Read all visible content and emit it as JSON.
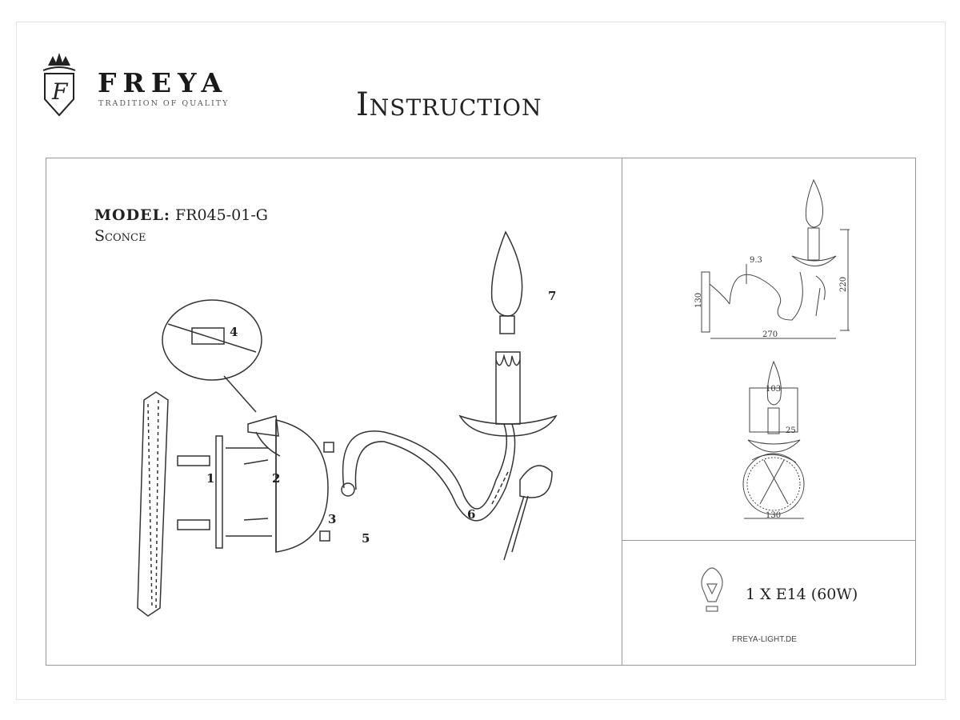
{
  "header": {
    "brand": "FREYA",
    "tagline": "TRADITION OF QUALITY",
    "title": "Instruction"
  },
  "product": {
    "model_label": "MODEL:",
    "model_value": "FR045-01-G",
    "type": "Sconce"
  },
  "assembly_steps": [
    "1",
    "2",
    "3",
    "4",
    "5",
    "6",
    "7"
  ],
  "dimensions": {
    "arm_thickness": "9.3",
    "height": "220",
    "backplate_height": "130",
    "depth": "270",
    "width": "103",
    "candle_diameter": "25",
    "backplate_width": "130"
  },
  "lamp": {
    "spec": "1 X E14 (60W)",
    "website": "FREYA-LIGHT.DE"
  }
}
